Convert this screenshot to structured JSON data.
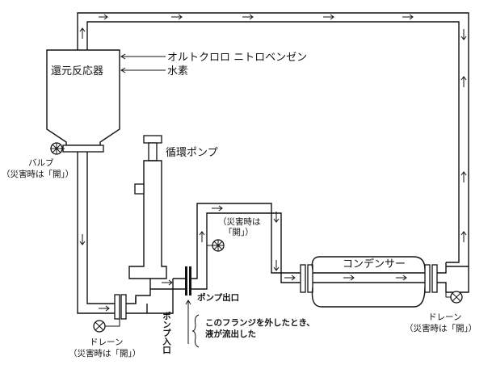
{
  "labels": {
    "reactor": "還元反応器",
    "feed_chemical": "オルトクロロ ニトロベンゼン",
    "hydrogen": "水素",
    "pump": "循環ポンプ",
    "condenser": "コンデンサー",
    "valve": "バルブ",
    "valve_note": "（災害時は「開」）",
    "drain_left": "ドレーン",
    "drain_left_note": "（災害時は「開」）",
    "drain_right": "ドレーン",
    "drain_right_note": "（災害時は「開」）",
    "pipe_note_line1": "（災害時は",
    "pipe_note_line2": "「開」）",
    "pump_outlet": "ポンプ出口",
    "pump_inlet": "ポンプ入口",
    "leak_line1": "このフランジを外したとき、",
    "leak_line2": "液が流出した"
  }
}
